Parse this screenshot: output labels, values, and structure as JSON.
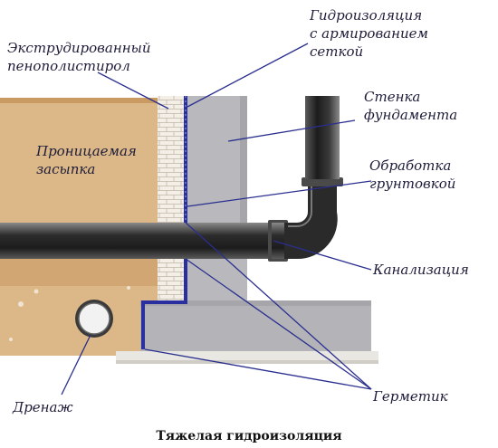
{
  "labels": {
    "waterproofing_mesh": [
      "Гидроизоляция",
      "с армированием",
      "сеткой"
    ],
    "extruded_foam": [
      "Экструдированный",
      "пенополистирол"
    ],
    "foundation_wall": [
      "Стенка",
      "фундамента"
    ],
    "permeable_backfill": [
      "Проницаемая",
      "засыпка"
    ],
    "primer_treatment": [
      "Обработка",
      "грунтовкой"
    ],
    "sewer": "Канализация",
    "drainage": "Дренаж",
    "sealant": "Герметик"
  },
  "caption": "Тяжелая гидроизоляция",
  "colors": {
    "soil": "#dcb787",
    "soil_dark": "#c99b63",
    "concrete": "#b9b9bd",
    "concrete_dark": "#a5a5aa",
    "insulation": "#f3efe7",
    "waterproofing": "#2a2fa0",
    "pipe": "#3c3c3c",
    "leader": "#2a2f8f",
    "gravel": "#e9e7e1"
  }
}
